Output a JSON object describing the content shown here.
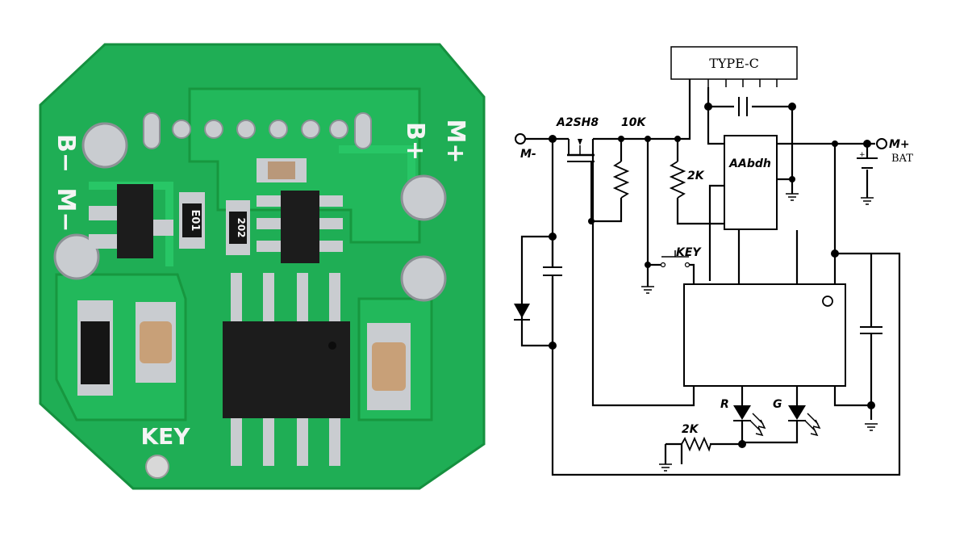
{
  "pcb": {
    "labels": {
      "b_minus": "B−",
      "b_plus": "B+",
      "m_minus": "M−",
      "m_plus": "M+",
      "key": "KEY",
      "resistor_1": "E01",
      "resistor_2": "202"
    },
    "colors": {
      "board": "#1fae55",
      "board_dark": "#148a3f",
      "trace": "#27c060",
      "pad": "#c9ccd0",
      "chip": "#1c1c1c",
      "silkscreen": "#f4f4f4"
    }
  },
  "schematic": {
    "labels": {
      "type_c": "TYPE-C",
      "m_minus": "M-",
      "m_plus": "M+",
      "bat": "BAT",
      "mosfet": "A2SH8",
      "r_10k": "10K",
      "r_2k_top": "2K",
      "ic": "AAbdh",
      "key": "KEY",
      "led_r": "R",
      "led_g": "G",
      "r_2k_bottom": "2K"
    }
  }
}
